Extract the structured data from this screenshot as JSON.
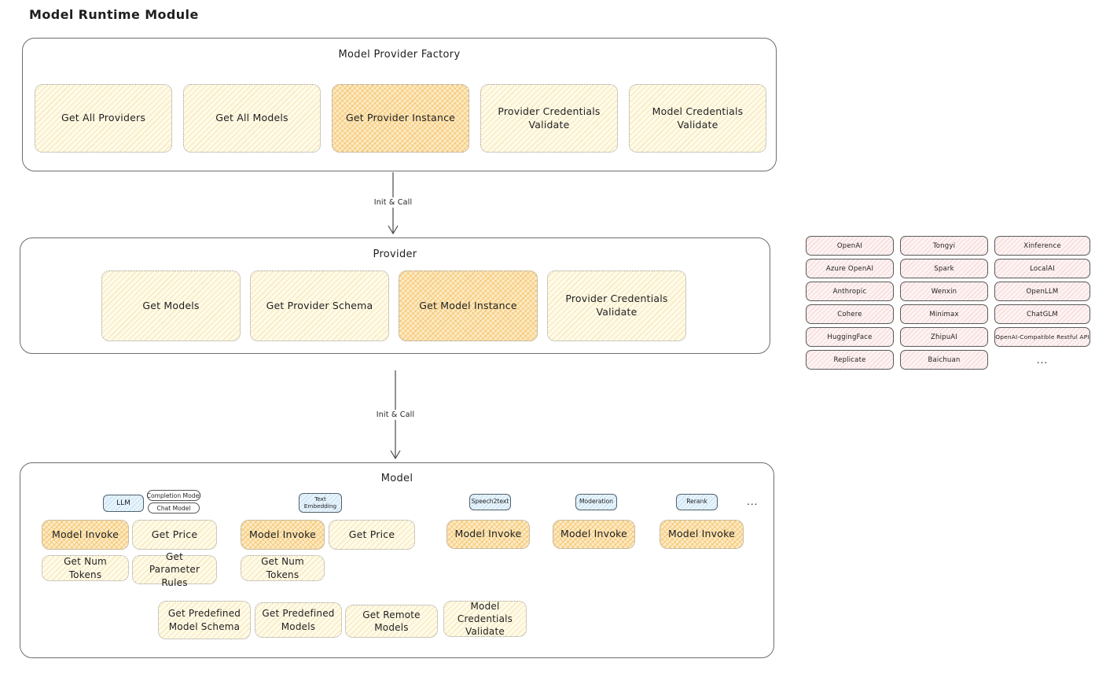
{
  "title": "Model Runtime Module",
  "factory": {
    "title": "Model Provider Factory",
    "items": [
      {
        "label": "Get All Providers",
        "highlighted": false
      },
      {
        "label": "Get All Models",
        "highlighted": false
      },
      {
        "label": "Get Provider Instance",
        "highlighted": true
      },
      {
        "label": "Provider Credentials Validate",
        "highlighted": false
      },
      {
        "label": "Model Credentials Validate",
        "highlighted": false
      }
    ]
  },
  "arrow1": {
    "label": "Init & Call"
  },
  "provider": {
    "title": "Provider",
    "items": [
      {
        "label": "Get Models",
        "highlighted": false
      },
      {
        "label": "Get Provider Schema",
        "highlighted": false
      },
      {
        "label": "Get Model Instance",
        "highlighted": true
      },
      {
        "label": "Provider Credentials Validate",
        "highlighted": false
      }
    ]
  },
  "provider_list": {
    "columns": [
      [
        "OpenAI",
        "Azure OpenAI",
        "Anthropic",
        "Cohere",
        "HuggingFace",
        "Replicate"
      ],
      [
        "Tongyi",
        "Spark",
        "Wenxin",
        "Minimax",
        "ZhipuAI",
        "Baichuan"
      ],
      [
        "Xinference",
        "LocalAI",
        "OpenLLM",
        "ChatGLM",
        "OpenAI-Compatible Restful API"
      ]
    ],
    "more_label": "..."
  },
  "arrow2": {
    "label": "Init & Call"
  },
  "model": {
    "title": "Model",
    "more_label": "...",
    "groups": [
      {
        "tags": [
          "LLM",
          "Completion Model",
          "Chat Model"
        ],
        "buttons": [
          "Model Invoke",
          "Get Price",
          "Get Num Tokens",
          "Get Parameter Rules"
        ]
      },
      {
        "tags": [
          "Text Embedding"
        ],
        "buttons": [
          "Model Invoke",
          "Get Price",
          "Get Num Tokens"
        ]
      },
      {
        "tags": [
          "Speech2text"
        ],
        "buttons": [
          "Model Invoke"
        ]
      },
      {
        "tags": [
          "Moderation"
        ],
        "buttons": [
          "Model Invoke"
        ]
      },
      {
        "tags": [
          "Rerank"
        ],
        "buttons": [
          "Model Invoke"
        ]
      }
    ],
    "bottom_items": [
      "Get Predefined Model Schema",
      "Get Predefined Models",
      "Get Remote Models",
      "Model Credentials Validate"
    ]
  },
  "colors": {
    "highlight_fill": "#f7cf8a",
    "soft_fill": "#fdf6dd",
    "provider_chip_fill": "#fbeaea",
    "tag_fill": "#ddecf8",
    "outline": "#6e6e6e"
  }
}
